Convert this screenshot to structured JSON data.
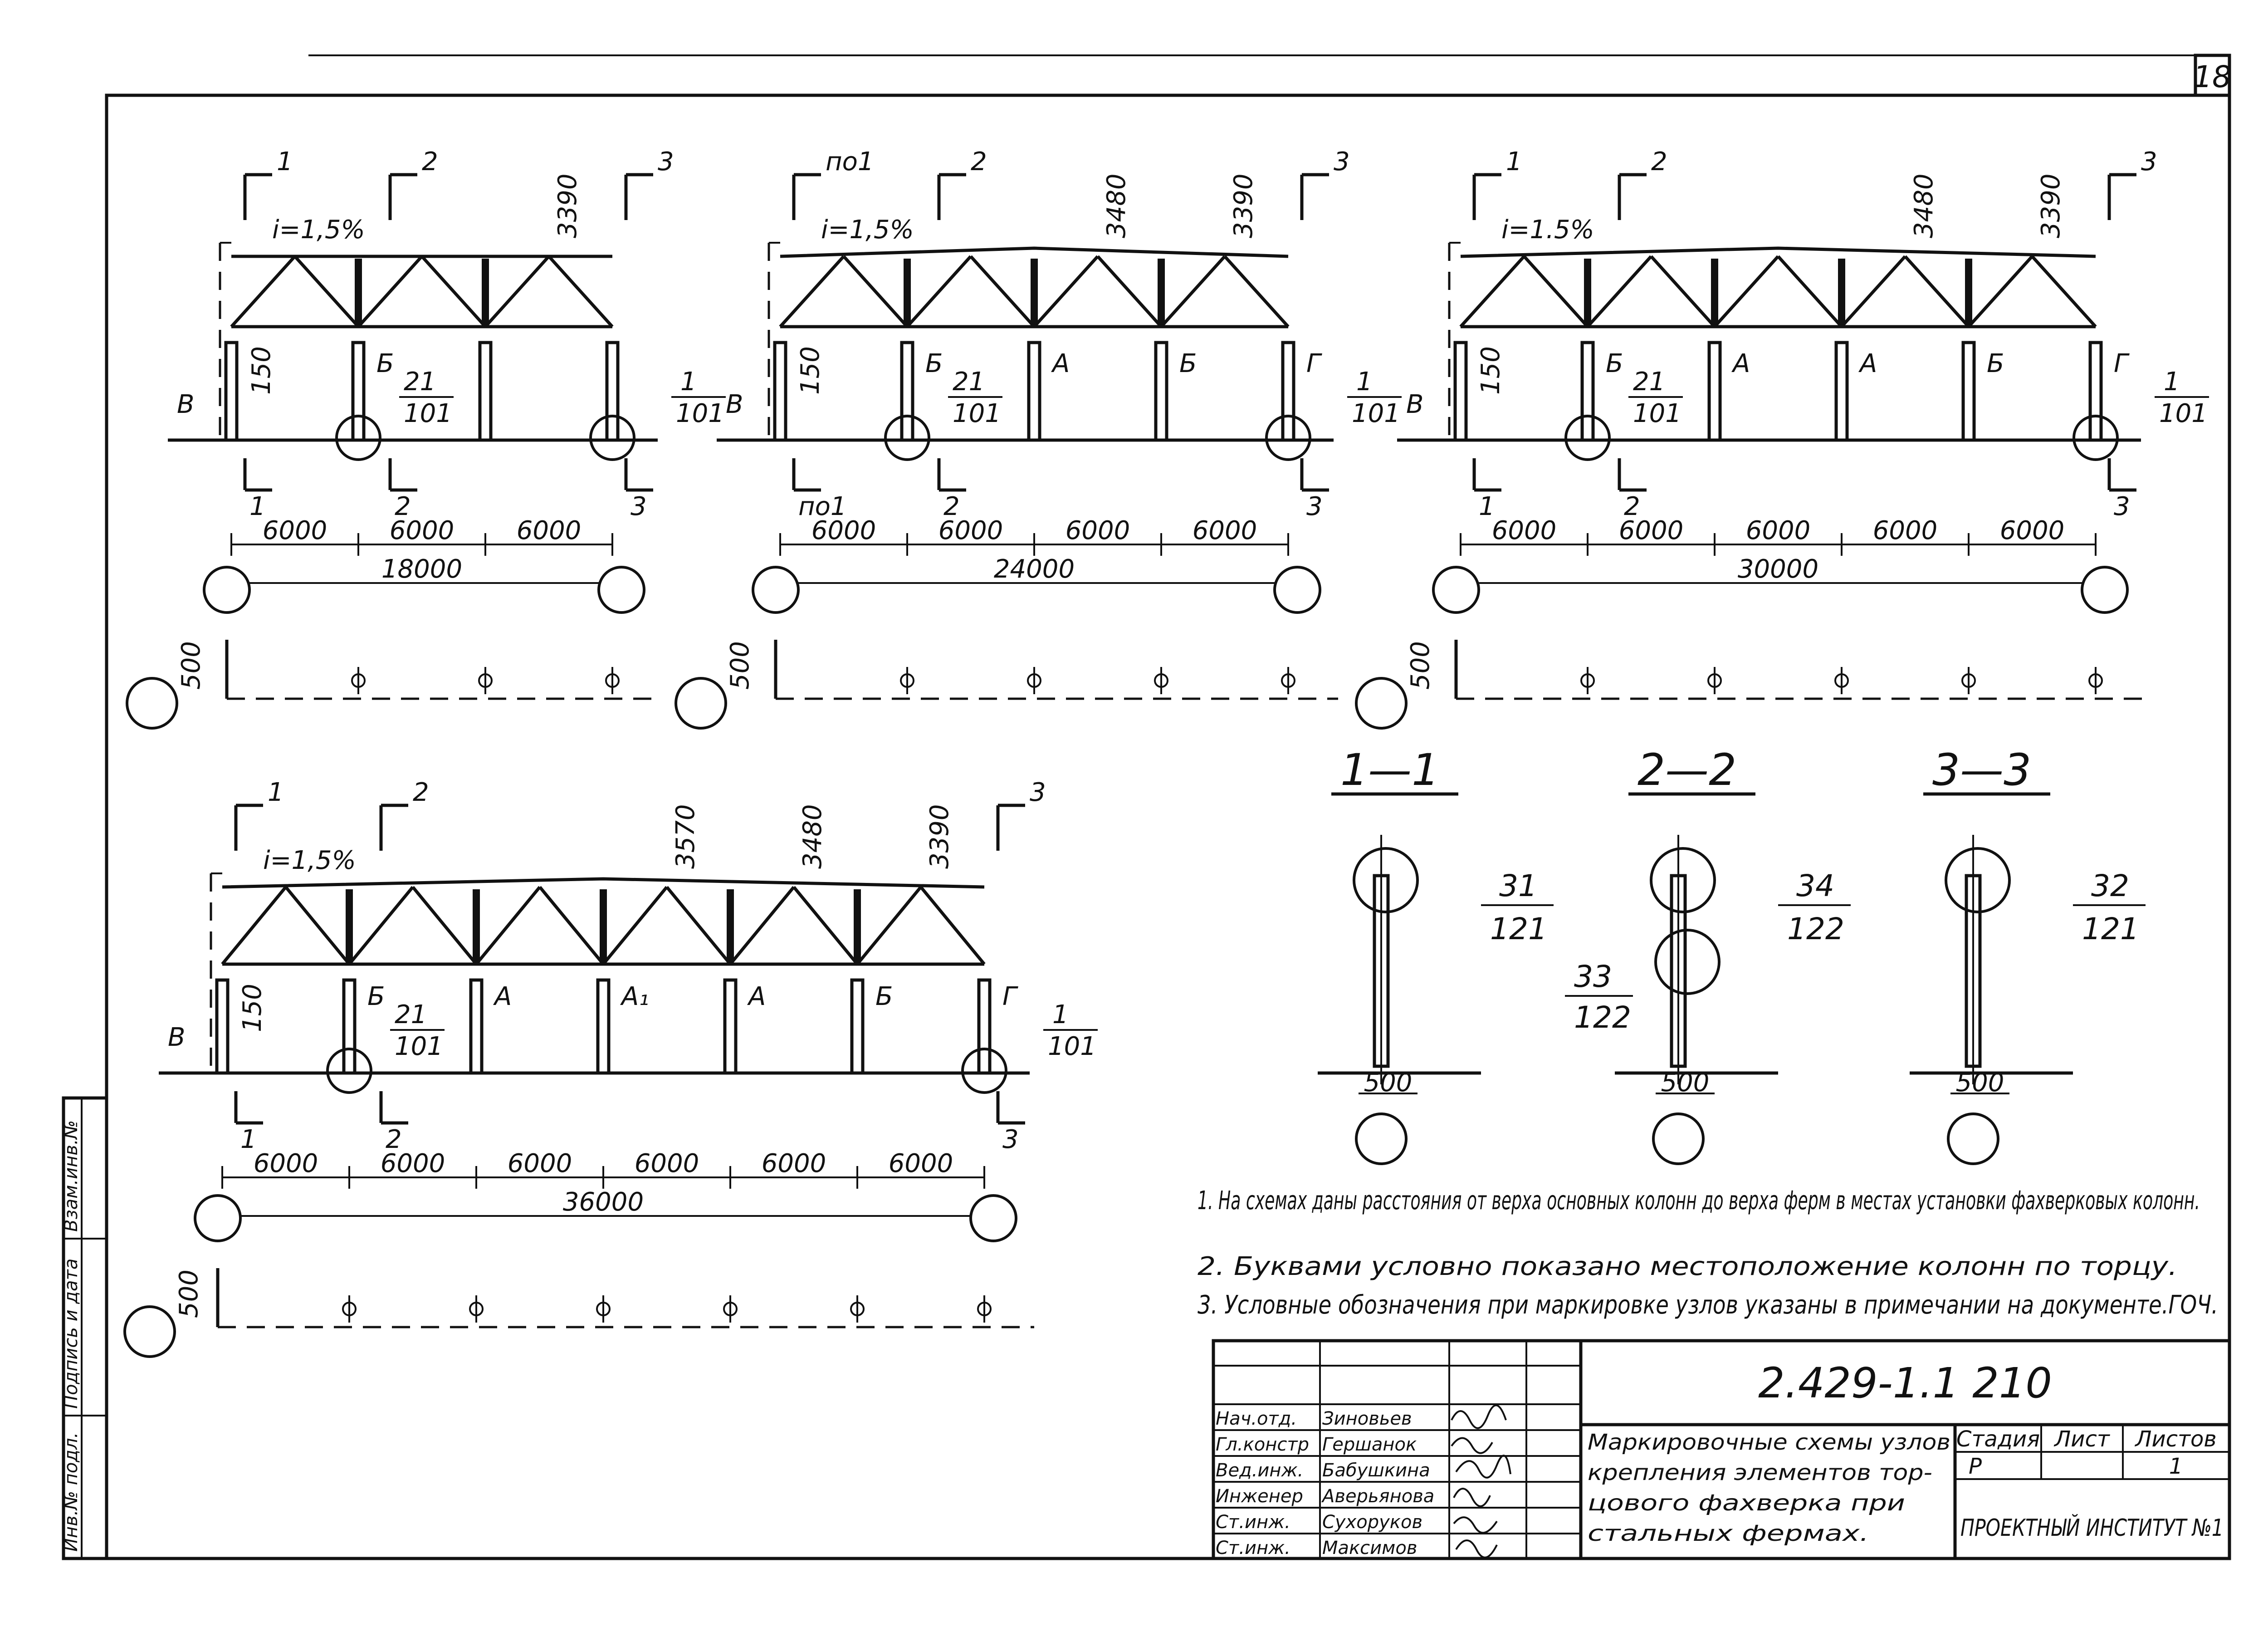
{
  "sheet_number": "18",
  "schemes": [
    {
      "id": "scheme-18000",
      "slope": "i=1,5%",
      "total_span": "18000",
      "spans": [
        "6000",
        "6000",
        "6000"
      ],
      "heights": [
        "3390"
      ],
      "cut_labels": [
        "1",
        "2",
        "3"
      ],
      "column_letters": [
        "В",
        "Б"
      ],
      "node_refs": [
        {
          "num": "21",
          "sheet": "101"
        },
        {
          "num": "1",
          "sheet": "101"
        }
      ],
      "offset_dim": "150",
      "axis_dim": "500"
    },
    {
      "id": "scheme-24000",
      "slope": "i=1,5%",
      "total_span": "24000",
      "spans": [
        "6000",
        "6000",
        "6000",
        "6000"
      ],
      "heights": [
        "3480",
        "3390"
      ],
      "cut_labels": [
        "по1",
        "2",
        "3"
      ],
      "column_letters": [
        "В",
        "Б",
        "А",
        "Б",
        "Г"
      ],
      "node_refs": [
        {
          "num": "21",
          "sheet": "101"
        },
        {
          "num": "1",
          "sheet": "101"
        }
      ],
      "offset_dim": "150",
      "axis_dim": "500"
    },
    {
      "id": "scheme-30000",
      "slope": "i=1.5%",
      "total_span": "30000",
      "spans": [
        "6000",
        "6000",
        "6000",
        "6000",
        "6000"
      ],
      "heights": [
        "3480",
        "3390"
      ],
      "cut_labels": [
        "1",
        "2",
        "3"
      ],
      "column_letters": [
        "В",
        "Б",
        "А",
        "А",
        "Б",
        "Г"
      ],
      "node_refs": [
        {
          "num": "21",
          "sheet": "101"
        },
        {
          "num": "1",
          "sheet": "101"
        }
      ],
      "offset_dim": "150",
      "axis_dim": "500"
    },
    {
      "id": "scheme-36000",
      "slope": "i=1,5%",
      "total_span": "36000",
      "spans": [
        "6000",
        "6000",
        "6000",
        "6000",
        "6000",
        "6000"
      ],
      "heights": [
        "3570",
        "3480",
        "3390"
      ],
      "cut_labels": [
        "1",
        "2",
        "3"
      ],
      "column_letters": [
        "В",
        "Б",
        "А",
        "А₁",
        "А",
        "Б",
        "Г"
      ],
      "node_refs": [
        {
          "num": "21",
          "sheet": "101"
        },
        {
          "num": "1",
          "sheet": "101"
        }
      ],
      "offset_dim": "150",
      "axis_dim": "500"
    }
  ],
  "sections": [
    {
      "title": "1—1",
      "ref_num": "31",
      "ref_sheet": "121",
      "dim": "500"
    },
    {
      "title": "2—2",
      "ref_num": "34",
      "ref_sheet": "122",
      "ref2_num": "33",
      "ref2_sheet": "122",
      "dim": "500"
    },
    {
      "title": "3—3",
      "ref_num": "32",
      "ref_sheet": "121",
      "dim": "500"
    }
  ],
  "notes": [
    "1. На схемах даны расстояния от верха основных колонн до верха ферм в местах установки фахверковых колонн.",
    "2. Буквами условно показано местоположение колонн по торцу.",
    "3. Условные обозначения при маркировке узлов указаны в примечании на документе.ГОЧ."
  ],
  "title_block": {
    "doc_code": "2.429-1.1 210",
    "description": [
      "Маркировочные схемы узлов",
      "крепления элементов тор-",
      "цового фахверка при",
      "стальных фермах."
    ],
    "stage_header": "Стадия",
    "sheet_header": "Лист",
    "sheets_header": "Листов",
    "stage": "Р",
    "sheet": "",
    "sheets": "1",
    "organization": "ПРОЕКТНЫЙ ИНСТИТУТ №1",
    "staff": [
      {
        "role": "Нач.отд.",
        "name": "Зиновьев"
      },
      {
        "role": "Гл.констр",
        "name": "Гершанок"
      },
      {
        "role": "Вед.инж.",
        "name": "Бабушкина"
      },
      {
        "role": "Инженер",
        "name": "Аверьянова"
      },
      {
        "role": "Ст.инж.",
        "name": "Сухоруков"
      },
      {
        "role": "Ст.инж.",
        "name": "Максимов"
      }
    ]
  },
  "side_stamp": [
    "Инв.№ подл.",
    "Подпись и дата",
    "Взам.инв.№"
  ]
}
